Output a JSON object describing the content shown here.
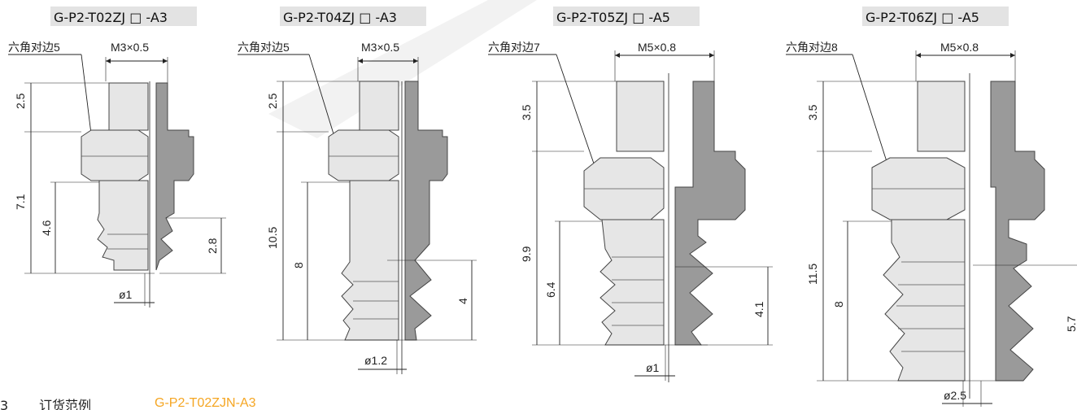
{
  "models": [
    {
      "title": "G-P2-T02ZJ □ -A3",
      "hex": "六角对边5",
      "thread": "M3×0.5",
      "h_top": "2.5",
      "h_total": "7.1",
      "h_mid": "4.6",
      "h_cup": "2.8",
      "dia": "ø1"
    },
    {
      "title": "G-P2-T04ZJ □ -A3",
      "hex": "六角对边5",
      "thread": "M3×0.5",
      "h_top": "2.5",
      "h_total": "10.5",
      "h_mid": "8",
      "h_cup": "4",
      "dia": "ø1.2"
    },
    {
      "title": "G-P2-T05ZJ □ -A5",
      "hex": "六角对边7",
      "thread": "M5×0.8",
      "h_top": "3.5",
      "h_total": "9.9",
      "h_mid": "6.4",
      "h_cup": "4.1",
      "dia": "ø1"
    },
    {
      "title": "G-P2-T06ZJ □ -A5",
      "hex": "六角对边8",
      "thread": "M5×0.8",
      "h_top": "3.5",
      "h_total": "11.5",
      "h_mid": "8",
      "h_cup": "5.7",
      "dia": "ø2.5"
    }
  ],
  "footer": {
    "number": "3",
    "label": "订货范例",
    "example": "G-P2-T02ZJN-A3"
  }
}
